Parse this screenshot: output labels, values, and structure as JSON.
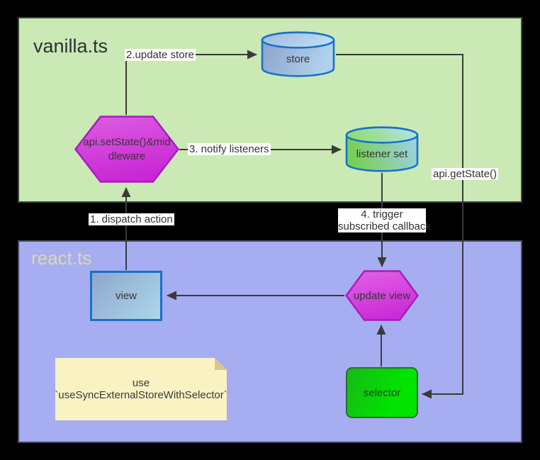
{
  "vanilla": {
    "title": "vanilla.ts",
    "nodes": {
      "store": {
        "label": "store"
      },
      "middleware": {
        "label": "api.setState()&middleware"
      },
      "listener_set": {
        "label": "listener set"
      }
    }
  },
  "react": {
    "title": "react.ts",
    "nodes": {
      "view": {
        "label": "view"
      },
      "update_view": {
        "label": "update view"
      },
      "selector": {
        "label": "selector"
      },
      "note": {
        "line1": "use",
        "line2": "`useSyncExternalStoreWithSelector`"
      }
    }
  },
  "edges": {
    "update_store": {
      "label": "2.update store"
    },
    "notify_listeners": {
      "label": "3. notify listeners"
    },
    "get_state": {
      "label": "api.getState()"
    },
    "dispatch_action": {
      "label": "1. dispatch action"
    },
    "trigger_callback": {
      "line1": "4. trigger",
      "line2": "subscribed callback"
    }
  },
  "colors": {
    "background": "#000000",
    "vanilla_fill": "#cbe9b4",
    "react_fill": "#a6adf1",
    "cylinder_stroke": "#1673c9",
    "store_gradient": [
      "#8c9fca",
      "#b0d2ee"
    ],
    "listener_gradient": [
      "#79ce57",
      "#9fd2ec"
    ],
    "hexagon_stroke": "#a81cc0",
    "hexagon_gradient": [
      "#dd5ce2",
      "#c927d4"
    ],
    "view_stroke": "#1673c9",
    "selector_fill": "#00e400",
    "selector_stroke": "#2f6b2f",
    "note_fill": "#faf2c2",
    "note_fold": "#d9c78a",
    "arrow": "#3a3a3a",
    "label_bg": "#ffffff",
    "vanilla_title_color": "#2b3137",
    "react_title_color": "#ded9a2"
  }
}
